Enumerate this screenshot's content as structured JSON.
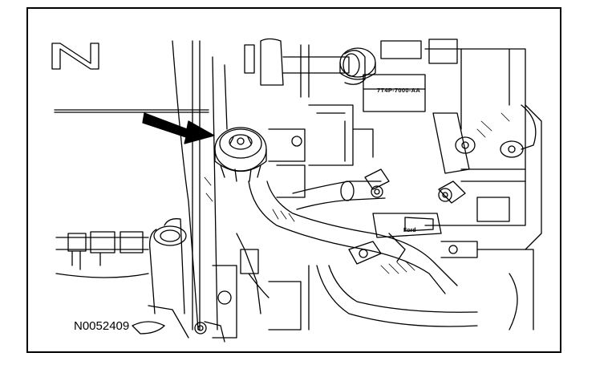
{
  "figure": {
    "id_label": "N0052409",
    "part_number": "7T4P-7000-AA",
    "label_line2": "",
    "brand": "Ford"
  },
  "colors": {
    "ink": "#000000",
    "paper": "#ffffff"
  },
  "icons": {
    "arrow": "pointer-arrow-icon",
    "cap": "fluid-cap-icon"
  }
}
